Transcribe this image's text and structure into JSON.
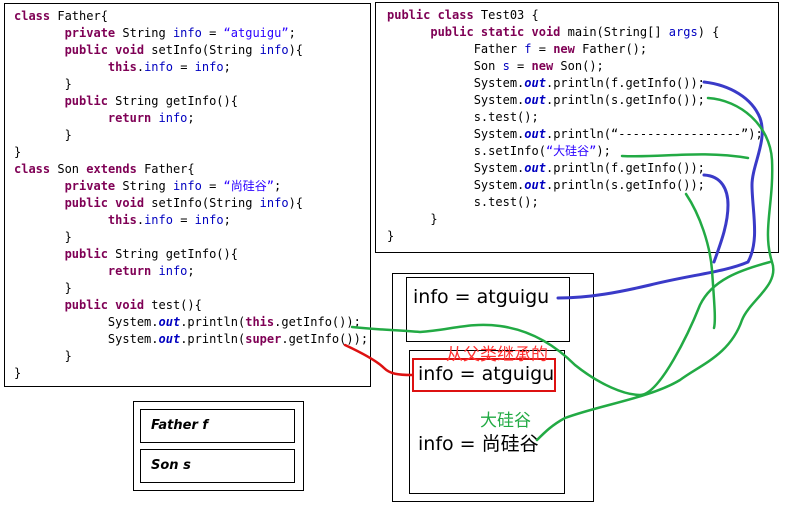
{
  "left_code": {
    "lines": [
      [
        [
          "kw",
          "class "
        ],
        [
          "t",
          "Father{"
        ]
      ],
      [
        [
          "t",
          "       "
        ],
        [
          "kw",
          "private "
        ],
        [
          "t",
          "String "
        ],
        [
          "fld",
          "info"
        ],
        [
          "t",
          " = "
        ],
        [
          "str",
          "“atguigu”"
        ],
        [
          "t",
          ";"
        ]
      ],
      [
        [
          "t",
          "       "
        ],
        [
          "kw",
          "public void "
        ],
        [
          "t",
          "setInfo(String "
        ],
        [
          "fld",
          "info"
        ],
        [
          "t",
          "){"
        ]
      ],
      [
        [
          "t",
          "             "
        ],
        [
          "kw",
          "this"
        ],
        [
          "t",
          "."
        ],
        [
          "fld",
          "info"
        ],
        [
          "t",
          " = "
        ],
        [
          "fld",
          "info"
        ],
        [
          "t",
          ";"
        ]
      ],
      [
        [
          "t",
          "       }"
        ]
      ],
      [
        [
          "t",
          "       "
        ],
        [
          "kw",
          "public "
        ],
        [
          "t",
          "String getInfo(){"
        ]
      ],
      [
        [
          "t",
          "             "
        ],
        [
          "kw",
          "return "
        ],
        [
          "fld",
          "info"
        ],
        [
          "t",
          ";"
        ]
      ],
      [
        [
          "t",
          "       }"
        ]
      ],
      [
        [
          "t",
          "}"
        ]
      ],
      [
        [
          "kw",
          "class "
        ],
        [
          "t",
          "Son "
        ],
        [
          "kw",
          "extends "
        ],
        [
          "t",
          "Father{"
        ]
      ],
      [
        [
          "t",
          "       "
        ],
        [
          "kw",
          "private "
        ],
        [
          "t",
          "String "
        ],
        [
          "fld",
          "info"
        ],
        [
          "t",
          " = "
        ],
        [
          "str",
          "“尚硅谷”"
        ],
        [
          "t",
          ";"
        ]
      ],
      [
        [
          "t",
          "       "
        ],
        [
          "kw",
          "public void "
        ],
        [
          "t",
          "setInfo(String "
        ],
        [
          "fld",
          "info"
        ],
        [
          "t",
          "){"
        ]
      ],
      [
        [
          "t",
          "             "
        ],
        [
          "kw",
          "this"
        ],
        [
          "t",
          "."
        ],
        [
          "fld",
          "info"
        ],
        [
          "t",
          " = "
        ],
        [
          "fld",
          "info"
        ],
        [
          "t",
          ";"
        ]
      ],
      [
        [
          "t",
          "       }"
        ]
      ],
      [
        [
          "t",
          "       "
        ],
        [
          "kw",
          "public "
        ],
        [
          "t",
          "String getInfo(){"
        ]
      ],
      [
        [
          "t",
          "             "
        ],
        [
          "kw",
          "return "
        ],
        [
          "fld",
          "info"
        ],
        [
          "t",
          ";"
        ]
      ],
      [
        [
          "t",
          "       }"
        ]
      ],
      [
        [
          "t",
          "       "
        ],
        [
          "kw",
          "public void "
        ],
        [
          "t",
          "test(){"
        ]
      ],
      [
        [
          "t",
          "             System."
        ],
        [
          "st",
          "out"
        ],
        [
          "t",
          ".println("
        ],
        [
          "kw",
          "this"
        ],
        [
          "t",
          ".getInfo());"
        ]
      ],
      [
        [
          "t",
          "             System."
        ],
        [
          "st",
          "out"
        ],
        [
          "t",
          ".println("
        ],
        [
          "kw",
          "super"
        ],
        [
          "t",
          ".getInfo());"
        ]
      ],
      [
        [
          "t",
          "       }"
        ]
      ],
      [
        [
          "t",
          "}"
        ]
      ]
    ]
  },
  "right_code": {
    "lines": [
      [
        [
          "kw",
          "public class "
        ],
        [
          "t",
          "Test03 {"
        ]
      ],
      [
        [
          "t",
          "      "
        ],
        [
          "kw",
          "public static void "
        ],
        [
          "t",
          "main(String[] "
        ],
        [
          "fld",
          "args"
        ],
        [
          "t",
          ") {"
        ]
      ],
      [
        [
          "t",
          "            Father "
        ],
        [
          "fld",
          "f"
        ],
        [
          "t",
          " = "
        ],
        [
          "kw",
          "new "
        ],
        [
          "t",
          "Father();"
        ]
      ],
      [
        [
          "t",
          "            Son "
        ],
        [
          "fld",
          "s"
        ],
        [
          "t",
          " = "
        ],
        [
          "kw",
          "new "
        ],
        [
          "t",
          "Son();"
        ]
      ],
      [
        [
          "t",
          "            System."
        ],
        [
          "st",
          "out"
        ],
        [
          "t",
          ".println(f.getInfo());"
        ]
      ],
      [
        [
          "t",
          "            System."
        ],
        [
          "st",
          "out"
        ],
        [
          "t",
          ".println(s.getInfo());"
        ]
      ],
      [
        [
          "t",
          "            s.test();"
        ]
      ],
      [
        [
          "t",
          "            System."
        ],
        [
          "st",
          "out"
        ],
        [
          "t",
          ".println(“-----------------”);"
        ]
      ],
      [
        [
          "t",
          "            s.setInfo("
        ],
        [
          "str",
          "“大硅谷”"
        ],
        [
          "t",
          ");"
        ]
      ],
      [
        [
          "t",
          "            System."
        ],
        [
          "st",
          "out"
        ],
        [
          "t",
          ".println(f.getInfo());"
        ]
      ],
      [
        [
          "t",
          "            System."
        ],
        [
          "st",
          "out"
        ],
        [
          "t",
          ".println(s.getInfo());"
        ]
      ],
      [
        [
          "t",
          "            s.test();"
        ]
      ],
      [
        [
          "t",
          "      }"
        ]
      ],
      [
        [
          "t",
          "}"
        ]
      ]
    ]
  },
  "stack": {
    "father_var": "Father  f",
    "son_var": "Son  s"
  },
  "heap": {
    "father_field": "info = atguigu",
    "inherited_label": "从父类继承的",
    "inherited_field": "info = atguigu",
    "new_value_label": "大硅谷",
    "son_field": "info = 尚硅谷"
  },
  "colors": {
    "keyword": "#7f0055",
    "field": "#0000c0",
    "string": "#2a00ff",
    "arrow_blue": "#3a3ac8",
    "arrow_green": "#22aa44",
    "arrow_red": "#dd1111",
    "highlight_red": "#dd1111"
  }
}
